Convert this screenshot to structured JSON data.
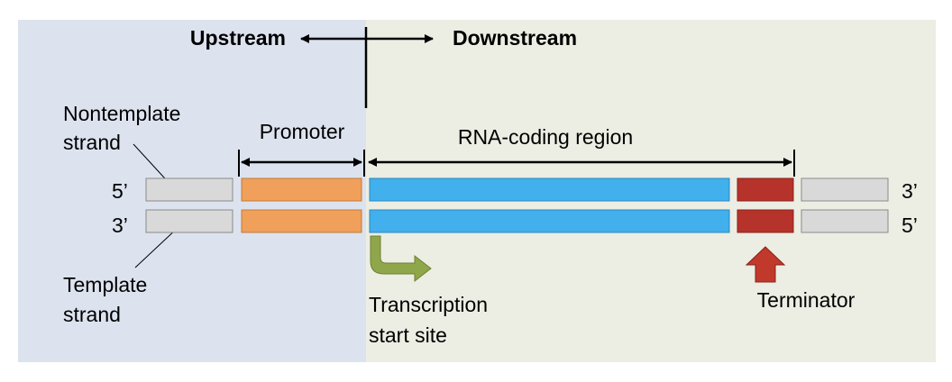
{
  "colors": {
    "upstream_bg": "#dce3ef",
    "downstream_bg": "#ecede3",
    "flank_segment": "#d9d9d9",
    "promoter_segment": "#f0a05a",
    "rna_coding_segment": "#41b0ec",
    "terminator_segment": "#b5332a",
    "tss_arrow": "#8fa64a",
    "terminator_arrow": "#c0392b"
  },
  "direction": {
    "upstream": "Upstream",
    "downstream": "Downstream"
  },
  "strands": {
    "nontemplate_line1": "Nontemplate",
    "nontemplate_line2": "strand",
    "template_line1": "Template",
    "template_line2": "strand",
    "top_left_end": "5’",
    "top_right_end": "3’",
    "bottom_left_end": "3’",
    "bottom_right_end": "5’"
  },
  "regions": {
    "promoter": "Promoter",
    "rna_coding": "RNA-coding region",
    "tss_line1": "Transcription",
    "tss_line2": "start site",
    "terminator": "Terminator"
  }
}
